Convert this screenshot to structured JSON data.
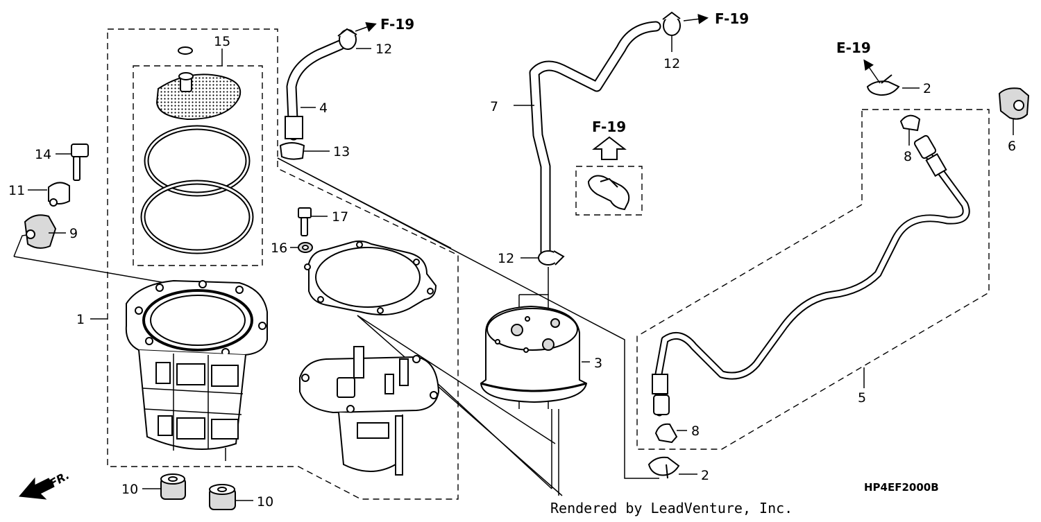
{
  "diagram": {
    "drawing_code": "HP4EF2000B",
    "credit": "Rendered by LeadVenture, Inc.",
    "front_label": "FR.",
    "callouts": [
      {
        "id": "c1",
        "label": "1"
      },
      {
        "id": "c2a",
        "label": "2"
      },
      {
        "id": "c2b",
        "label": "2"
      },
      {
        "id": "c3",
        "label": "3"
      },
      {
        "id": "c4",
        "label": "4"
      },
      {
        "id": "c5",
        "label": "5"
      },
      {
        "id": "c6",
        "label": "6"
      },
      {
        "id": "c7",
        "label": "7"
      },
      {
        "id": "c8a",
        "label": "8"
      },
      {
        "id": "c8b",
        "label": "8"
      },
      {
        "id": "c9",
        "label": "9"
      },
      {
        "id": "c10a",
        "label": "10"
      },
      {
        "id": "c10b",
        "label": "10"
      },
      {
        "id": "c11",
        "label": "11"
      },
      {
        "id": "c12a",
        "label": "12"
      },
      {
        "id": "c12b",
        "label": "12"
      },
      {
        "id": "c12c",
        "label": "12"
      },
      {
        "id": "c13",
        "label": "13"
      },
      {
        "id": "c14",
        "label": "14"
      },
      {
        "id": "c15",
        "label": "15"
      },
      {
        "id": "c16",
        "label": "16"
      },
      {
        "id": "c17",
        "label": "17"
      }
    ],
    "references": [
      {
        "id": "r1",
        "label": "F-19"
      },
      {
        "id": "r2",
        "label": "F-19"
      },
      {
        "id": "r3",
        "label": "F-19"
      },
      {
        "id": "r4",
        "label": "E-19"
      }
    ]
  }
}
